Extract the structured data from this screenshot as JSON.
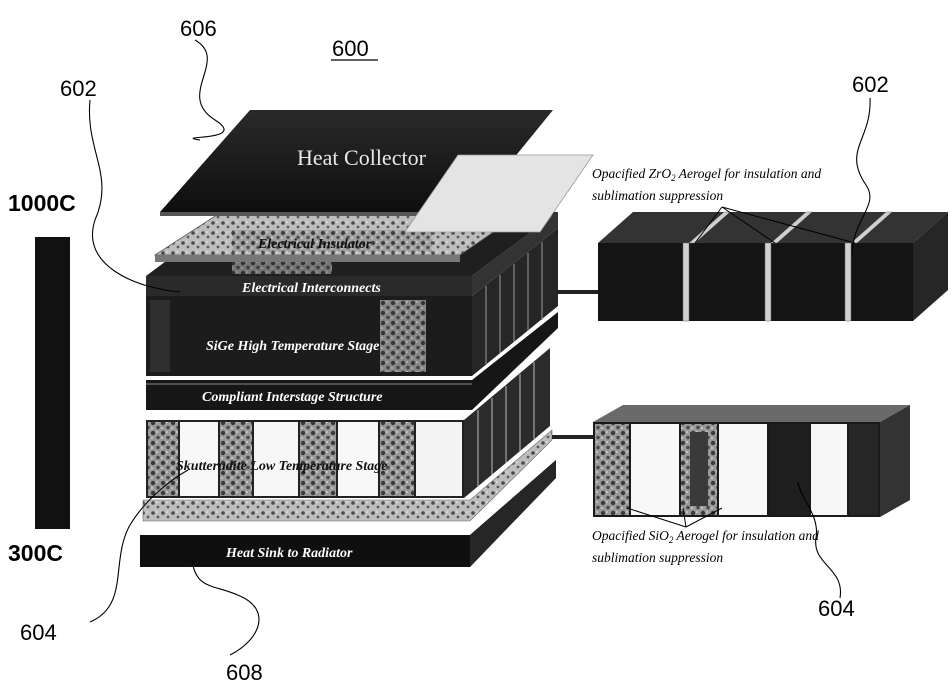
{
  "figure_number": "600",
  "temperature_scale": {
    "top_label": "1000C",
    "bottom_label": "300C"
  },
  "layers": {
    "heat_collector": "Heat Collector",
    "electrical_insulator": "Electrical Insulator",
    "electrical_interconnects": "Electrical Interconnects",
    "sige_stage": "SiGe High Temperature Stage",
    "compliant_structure": "Compliant Interstage Structure",
    "skutterudite_stage": "Skutterudite Low Temperature Stage",
    "heat_sink": "Heat Sink to Radiator"
  },
  "notes": {
    "zro2_line1": "Opacified ZrO",
    "zro2_sub": "2",
    "zro2_line1_rest": " Aerogel for insulation and",
    "zro2_line2": "sublimation suppression",
    "sio2_line1": "Opacified SiO",
    "sio2_sub": "2",
    "sio2_line1_rest": " Aerogel for insulation and",
    "sio2_line2": "sublimation suppression"
  },
  "callouts": {
    "c606": "606",
    "c602_left": "602",
    "c602_right": "602",
    "c604_left": "604",
    "c604_right": "604",
    "c608": "608"
  },
  "colors": {
    "dark_layer": "#141414",
    "stage_dark": "#1c1c1c",
    "speckled": "#8a8a8a",
    "white_element": "#f8f8f8",
    "scale_bar": "#111111"
  }
}
